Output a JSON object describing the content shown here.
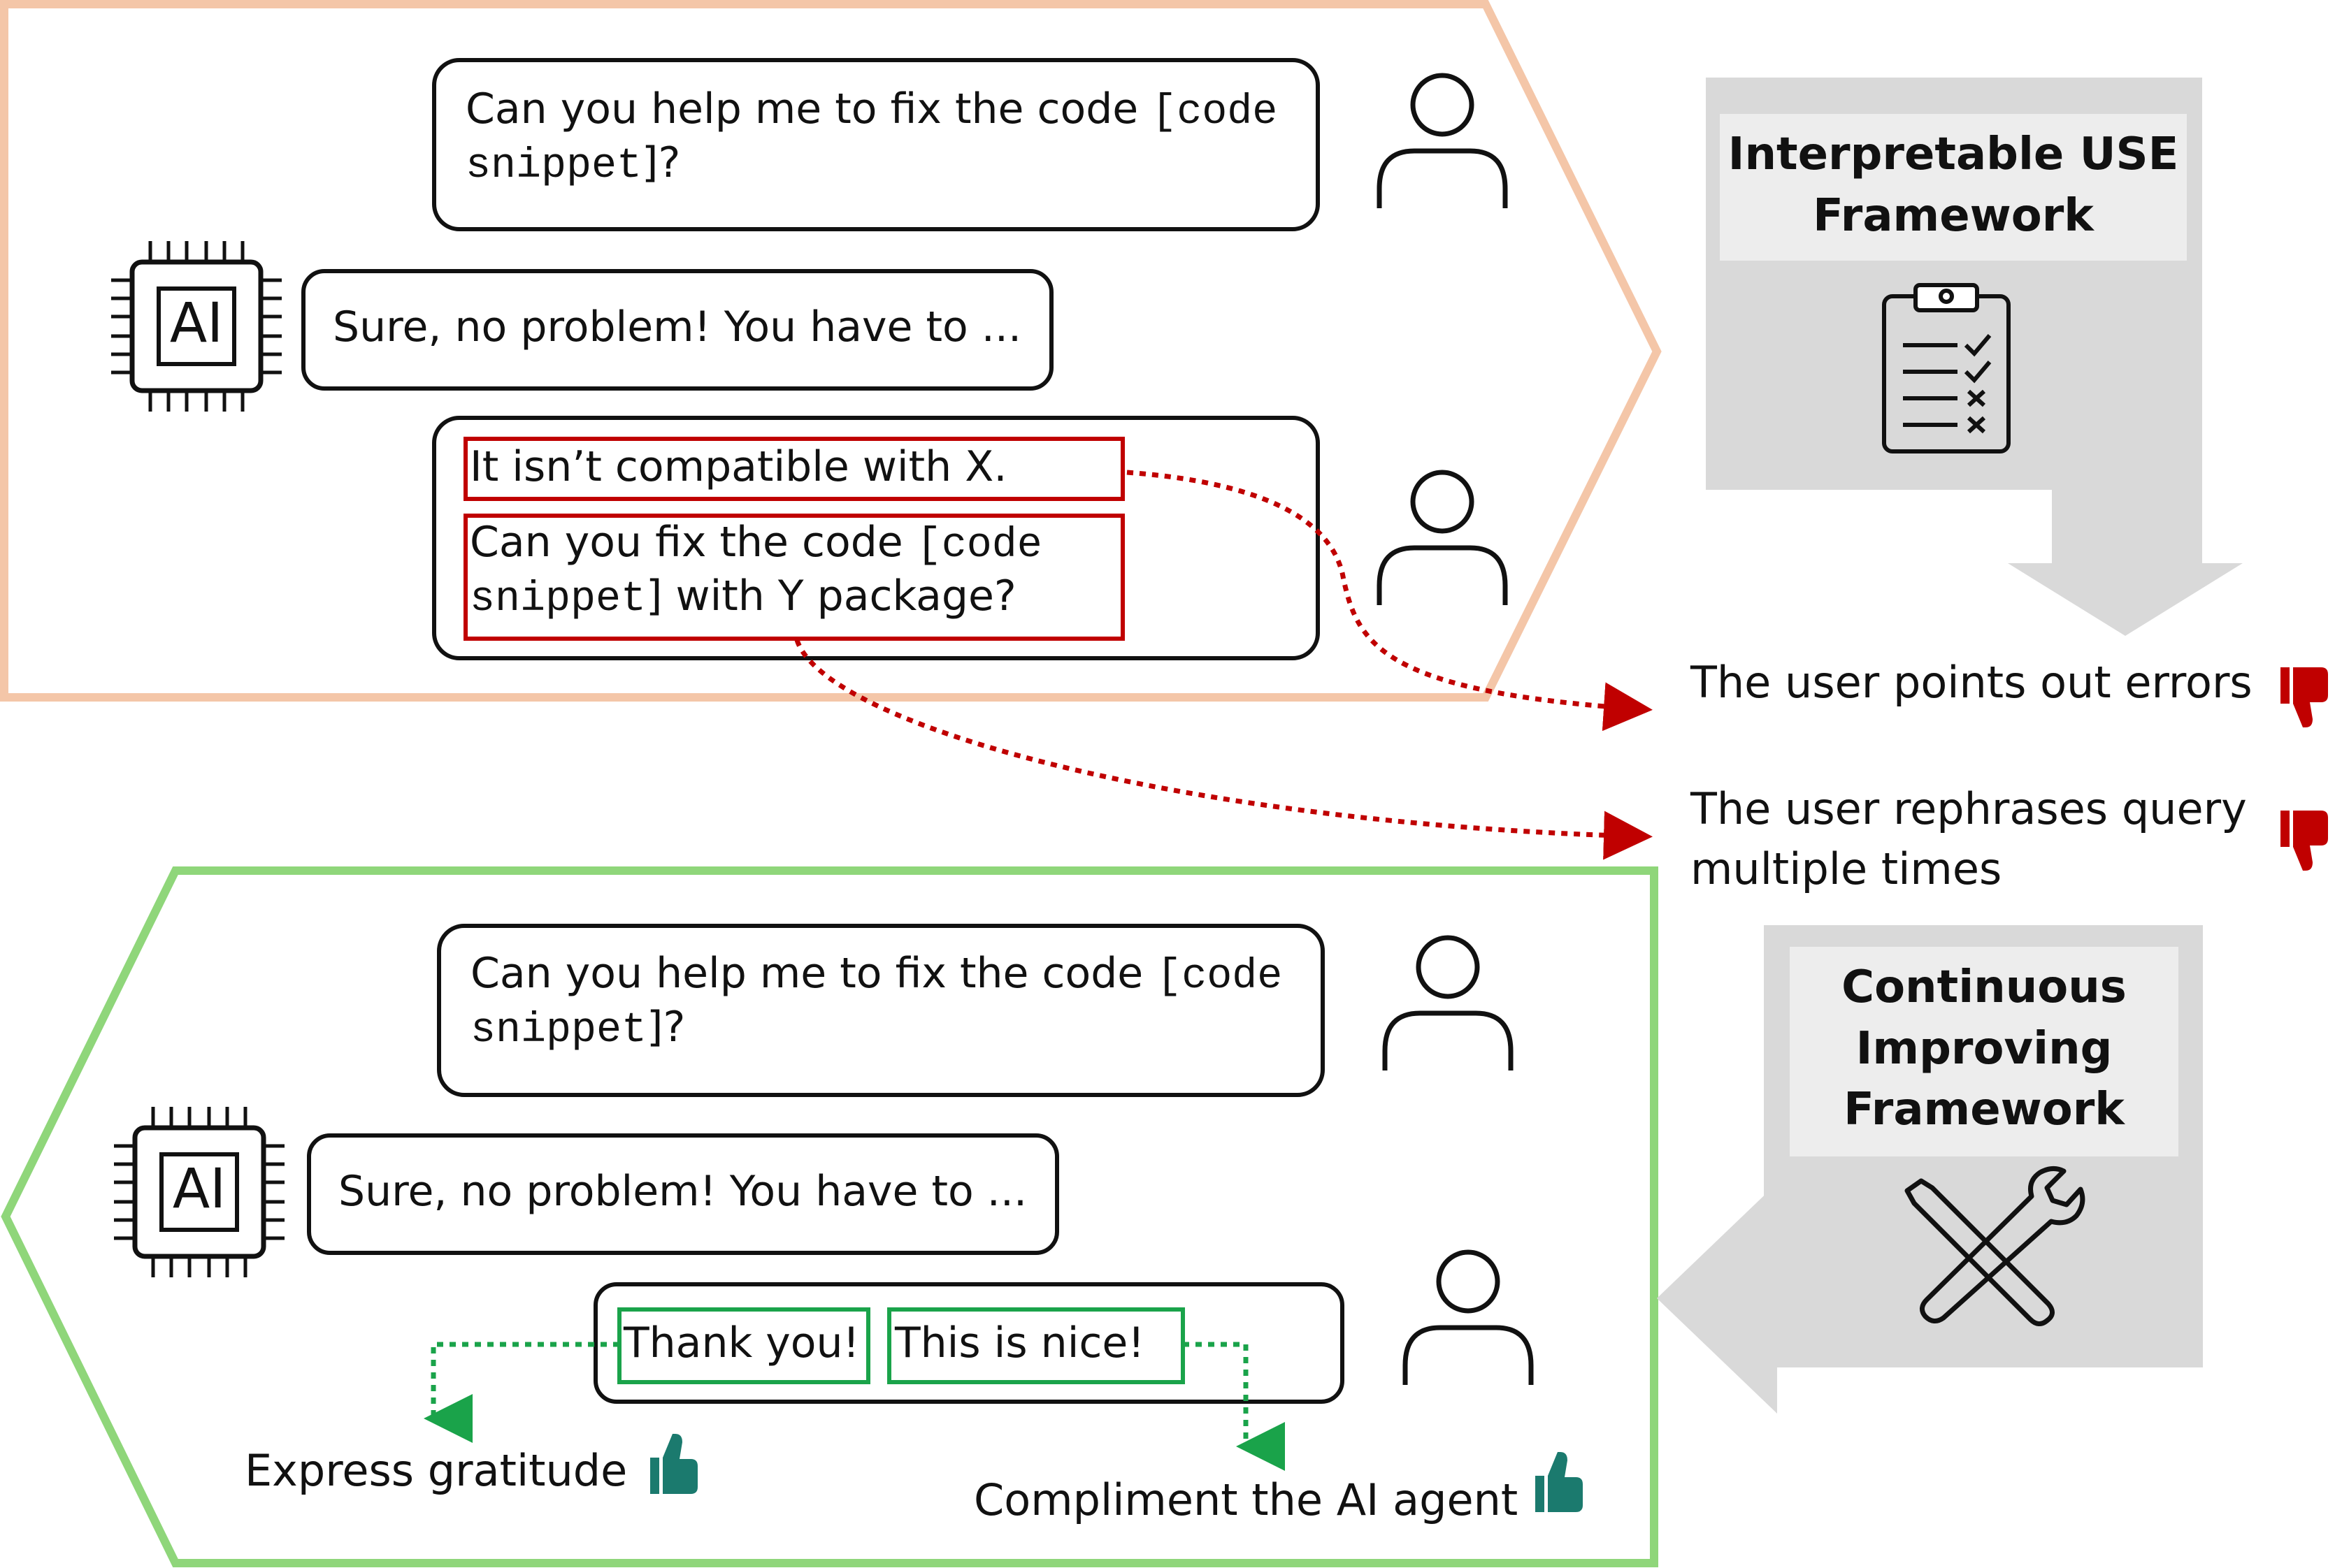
{
  "top_panel": {
    "user_msg_1": {
      "text_a": "Can you help me to fix the code ",
      "code_a": "[code",
      "code_b": "snippet",
      "text_b": "]?"
    },
    "ai_msg": "Sure, no problem! You have to ...",
    "user_msg_2": {
      "line_1": "It isn’t compatible with X.",
      "line_2_a": "Can you fix the code ",
      "line_2_code_a": "[code",
      "line_2_code_b": "snippet",
      "line_2_b": "] with Y package?"
    },
    "ai_chip_label": "AI"
  },
  "use_framework": {
    "title": "Interpretable USE Framework"
  },
  "findings": {
    "errors": "The user points out errors",
    "rephrase": "The user rephrases query multiple times"
  },
  "ci_framework": {
    "title": "Continuous Improving Framework"
  },
  "bottom_panel": {
    "user_msg_1": {
      "text_a": "Can you help me to fix the code ",
      "code_a": "[code",
      "code_b": "snippet",
      "text_b": "]?"
    },
    "ai_msg": "Sure, no problem! You have to ...",
    "user_msg_2": {
      "part_1": "Thank you!",
      "part_2": "This is nice!"
    },
    "ai_chip_label": "AI",
    "label_gratitude": "Express gratitude",
    "label_compliment": "Compliment the AI agent"
  },
  "colors": {
    "top_border": "#f4c6a8",
    "bottom_border": "#8fd67a",
    "negative_red": "#c00000",
    "positive_green": "#1aa34a",
    "thumb_teal": "#1b7a6e",
    "panel_gray": "#d9d9d9",
    "title_gray": "#ededed"
  },
  "icons": [
    "person-icon",
    "ai-chip-icon",
    "clipboard-checklist-icon",
    "tools-icon",
    "thumbs-down-icon",
    "thumbs-up-icon"
  ]
}
